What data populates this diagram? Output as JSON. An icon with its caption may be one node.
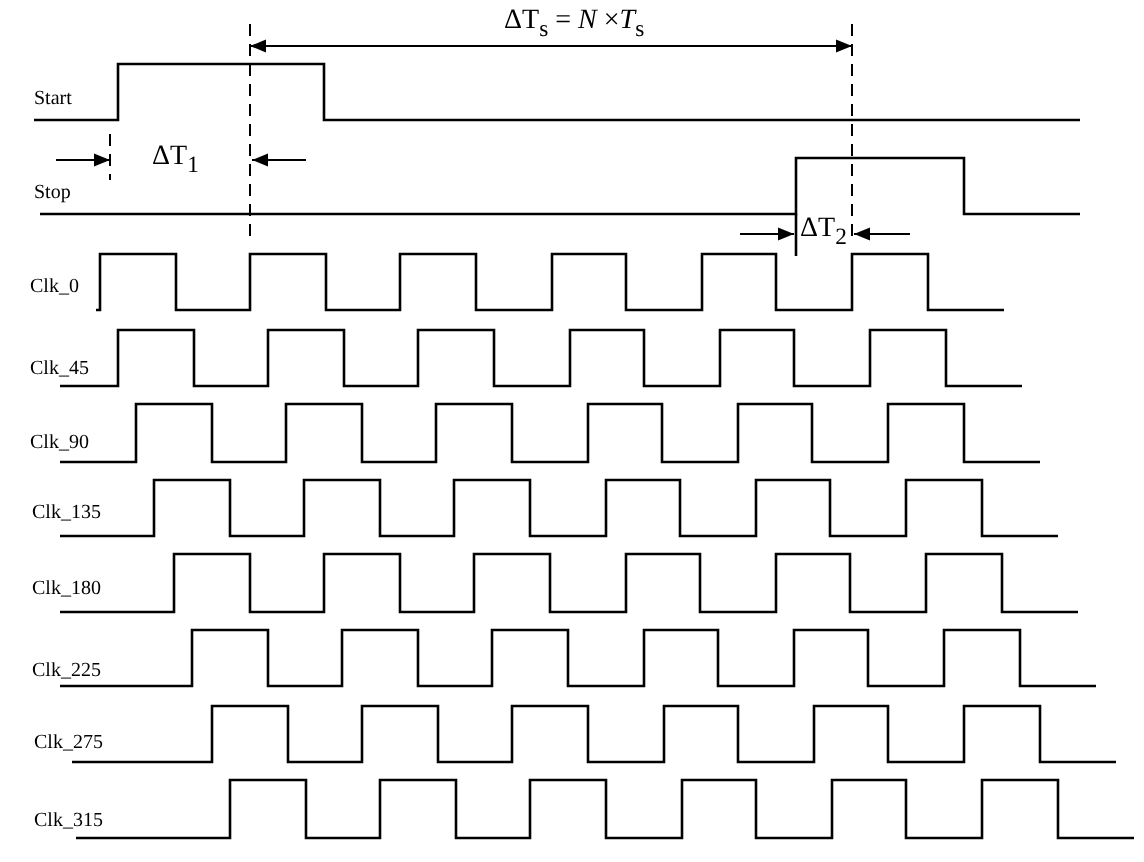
{
  "diagram": {
    "labels": [
      "ΔT$_{s}$ = *N* ×*T*$_{s}$",
      "Start",
      "ΔT$_{1}$",
      "Stop",
      "ΔT$_{2}$",
      "Clk_0",
      "Clk_45",
      "Clk_90",
      "Clk_135",
      "Clk_180",
      "Clk_225",
      "Clk_275",
      "Clk_315"
    ]
  }
}
